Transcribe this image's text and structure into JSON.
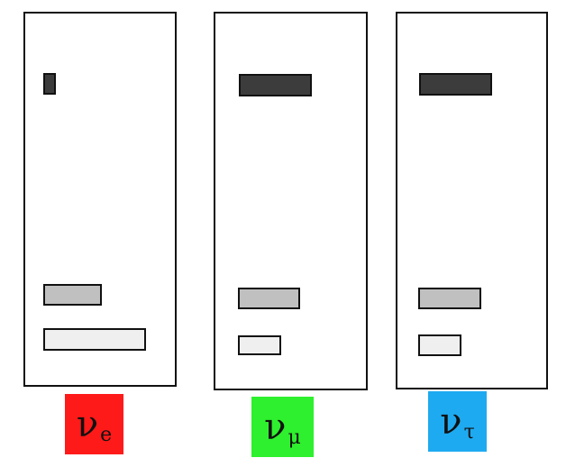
{
  "colors": {
    "dark": "#3c3c3c",
    "medium": "#c0c0c0",
    "light": "#efefef",
    "electron": "#ff1a1a",
    "muon": "#2ef02e",
    "tau": "#1eaaf0"
  },
  "panels": [
    {
      "label": {
        "symbol": "ν",
        "subscript": "e"
      },
      "bars": [
        {
          "shade": "dark"
        },
        {
          "shade": "medium"
        },
        {
          "shade": "light"
        }
      ]
    },
    {
      "label": {
        "symbol": "ν",
        "subscript": "μ"
      },
      "bars": [
        {
          "shade": "dark"
        },
        {
          "shade": "medium"
        },
        {
          "shade": "light"
        }
      ]
    },
    {
      "label": {
        "symbol": "ν",
        "subscript": "τ"
      },
      "bars": [
        {
          "shade": "dark"
        },
        {
          "shade": "medium"
        },
        {
          "shade": "light"
        }
      ]
    }
  ]
}
